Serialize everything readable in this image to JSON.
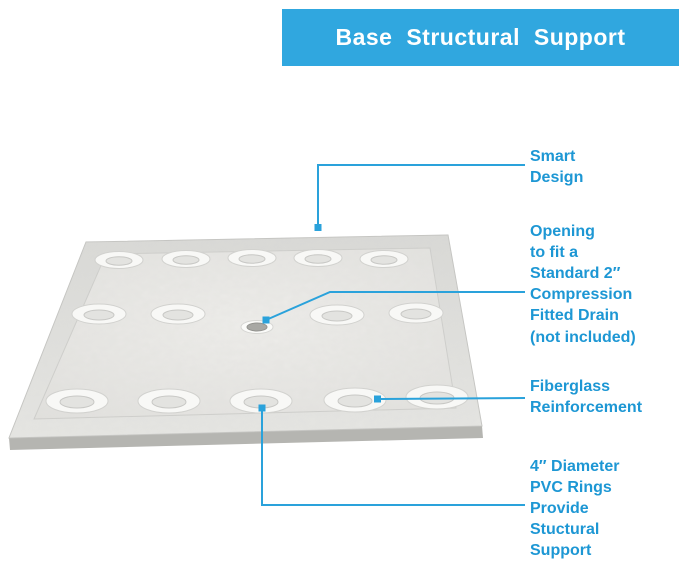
{
  "banner": {
    "title": "Base Structural Support"
  },
  "callouts": [
    {
      "id": "smart-design",
      "label": "Smart\nDesign"
    },
    {
      "id": "drain-opening",
      "label": "Opening\nto fit a\nStandard 2″\nCompression\nFitted Drain\n(not included)"
    },
    {
      "id": "fiberglass",
      "label": "Fiberglass\nReinforcement"
    },
    {
      "id": "pvc-rings",
      "label": "4″ Diameter\nPVC Rings\nProvide\nStuctural\nSupport"
    }
  ],
  "illustration": {
    "subject": "shower base pan",
    "visible_ring_count": 14,
    "has_center_drain_opening": true
  },
  "colors": {
    "banner_blue": "#30a7df",
    "label_blue": "#1d97d4",
    "line_blue": "#2aa2db",
    "tray_surface": "#eceae7",
    "tray_edge_shadow": "#b5b5b1"
  }
}
